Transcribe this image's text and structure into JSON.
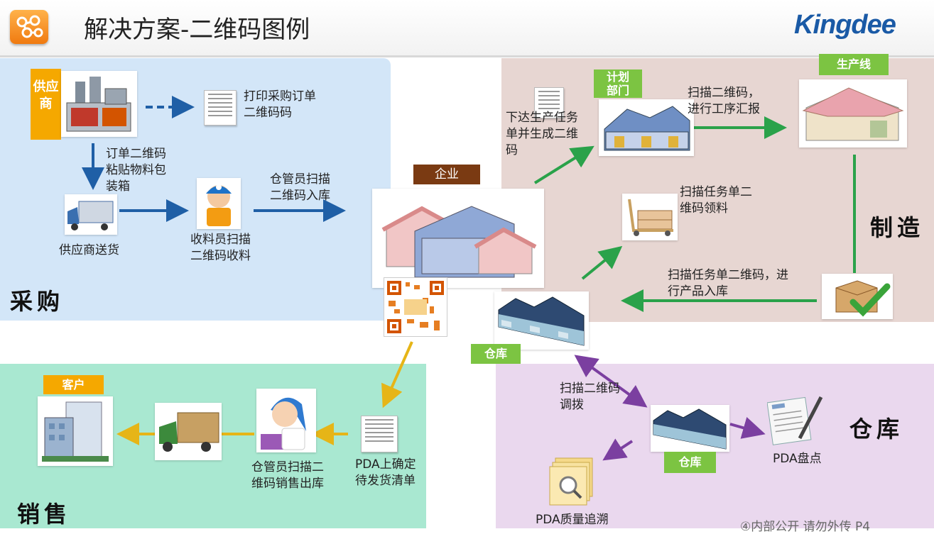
{
  "header": {
    "title": "解决方案-二维码图例",
    "brand": "Kingdee"
  },
  "regions": {
    "purchase": "采购",
    "manufacture": "制造",
    "warehouse": "仓库",
    "sales": "销售"
  },
  "tags": {
    "supplier": "供应商",
    "enterprise": "企业",
    "plan_dept": "计划部门",
    "production_line": "生产线",
    "warehouse_a": "仓库",
    "warehouse_b": "仓库",
    "customer": "客户"
  },
  "labels": {
    "print_po": "打印采购订单二维码码",
    "paste_box": "订单二维码粘贴物料包装箱",
    "supplier_delivery": "供应商送货",
    "receiver_scan": "收料员扫描二维码收料",
    "keeper_scan_in": "仓管员扫描二维码入库",
    "issue_task": "下达生产任务单并生成二维码",
    "scan_process": "扫描二维码，进行工序汇报",
    "scan_pick": "扫描任务单二维码领料",
    "scan_product_in": "扫描任务单二维码，进行产品入库",
    "scan_transfer": "扫描二维码调拨",
    "pda_count": "PDA盘点",
    "pda_trace": "PDA质量追溯",
    "pda_confirm": "PDA上确定待发货清单",
    "keeper_scan_out": "仓管员扫描二维码销售出库"
  },
  "footer": "④内部公开 请勿外传  P4",
  "colors": {
    "purchase_arrow": "#1f5fa6",
    "manufacture_arrow": "#2aa24a",
    "warehouse_arrow": "#7b3fa0",
    "sales_arrow": "#e6b517",
    "tag_orange": "#f5a800",
    "tag_green": "#7cc442",
    "tag_brown": "#7a3a12"
  }
}
